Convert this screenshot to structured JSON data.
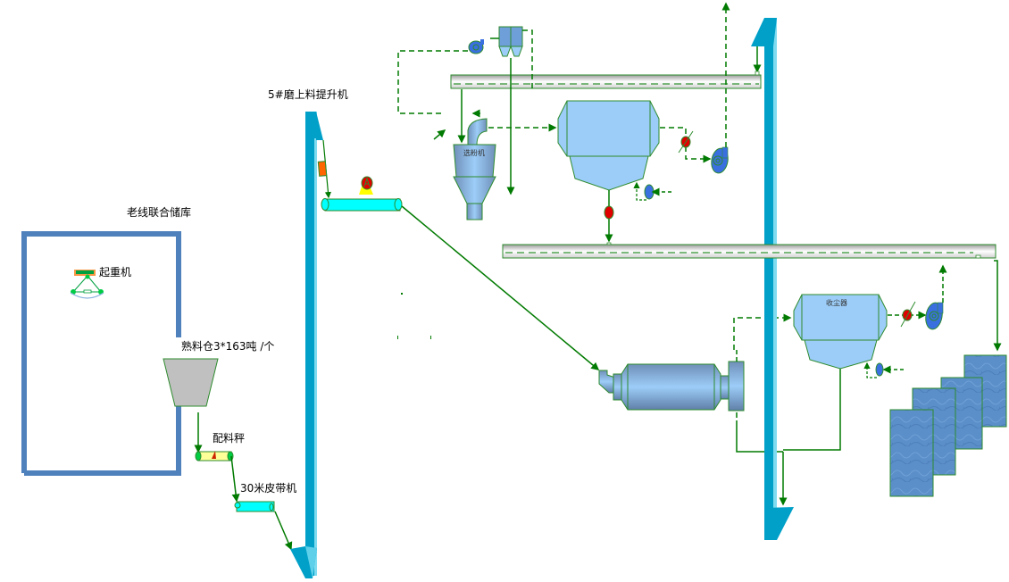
{
  "labels": {
    "storage": "老线联合储库",
    "crane": "起重机",
    "clinker_bin": "熟料仓3*163吨 /个",
    "batching_scale": "配料秤",
    "belt_30m": "30米皮带机",
    "elevator_5": "5#磨上料提升机",
    "separator": "选粉机",
    "dust_collector": "收尘器"
  },
  "colors": {
    "pipe": "#007a00",
    "elevator": "#00a0c8",
    "storage_wall": "#4f81bd",
    "equipment": "#9cc9f5",
    "belt": "#00ffff",
    "valve": "#e00000",
    "fan": "#3a6fe0",
    "silo": "#5b8fc9"
  }
}
